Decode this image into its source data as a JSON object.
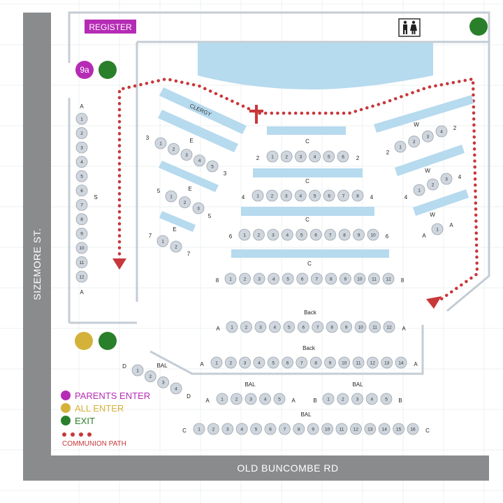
{
  "streets": {
    "left": "SIZEMORE ST.",
    "bottom": "OLD BUNCOMBE RD"
  },
  "register": {
    "label": "REGISTER"
  },
  "door_badge": "9a",
  "restroom_icon": "restroom-icon",
  "altar": {
    "cross_icon": "cross-icon",
    "bench_labels": [
      "CLERGY"
    ]
  },
  "colors": {
    "parents_enter": "#b52bb5",
    "all_enter": "#d4b23a",
    "exit": "#2a7f2a",
    "communion": "#c8373a",
    "pew": "#b6daee",
    "seat": "#cfd6de",
    "street": "#8a8b8d"
  },
  "legend": [
    {
      "label": "PARENTS ENTER",
      "color_key": "parents_enter"
    },
    {
      "label": "ALL ENTER",
      "color_key": "all_enter"
    },
    {
      "label": "EXIT",
      "color_key": "exit"
    },
    {
      "label": "COMMUNION PATH",
      "color_key": "communion"
    }
  ],
  "rows": [
    {
      "id": "left-col-A",
      "end_labels": [
        "A",
        "A"
      ],
      "seats": [
        "1",
        "2",
        "3",
        "4",
        "5",
        "6",
        "7",
        "8",
        "9",
        "10",
        "11",
        "12"
      ],
      "side_label": "S"
    },
    {
      "id": "C-row-2",
      "end_labels": [
        "2",
        "2"
      ],
      "seats": [
        "1",
        "2",
        "3",
        "4",
        "5",
        "6"
      ],
      "section": "C"
    },
    {
      "id": "C-row-4",
      "end_labels": [
        "4",
        "4"
      ],
      "seats": [
        "1",
        "2",
        "3",
        "4",
        "5",
        "6",
        "7",
        "8"
      ],
      "section": "C"
    },
    {
      "id": "C-row-6",
      "end_labels": [
        "6",
        "6"
      ],
      "seats": [
        "1",
        "2",
        "3",
        "4",
        "5",
        "6",
        "7",
        "8",
        "9",
        "10"
      ],
      "section": "C"
    },
    {
      "id": "C-row-8",
      "end_labels": [
        "8",
        "8"
      ],
      "seats": [
        "1",
        "2",
        "3",
        "4",
        "5",
        "6",
        "7",
        "8",
        "9",
        "10",
        "11",
        "12"
      ],
      "section": "C"
    },
    {
      "id": "Back-row-1",
      "end_labels": [
        "A",
        "A"
      ],
      "seats": [
        "1",
        "2",
        "3",
        "4",
        "5",
        "6",
        "7",
        "8",
        "9",
        "10",
        "11",
        "12"
      ],
      "section": "Back"
    },
    {
      "id": "Back-row-2",
      "end_labels": [
        "A",
        "A"
      ],
      "seats": [
        "1",
        "2",
        "3",
        "4",
        "5",
        "6",
        "7",
        "8",
        "9",
        "10",
        "11",
        "12",
        "13",
        "14"
      ],
      "section": "Back"
    },
    {
      "id": "BAL-left",
      "end_labels": [
        "A",
        "A"
      ],
      "seats": [
        "1",
        "2",
        "3",
        "4",
        "5"
      ],
      "section": "BAL"
    },
    {
      "id": "BAL-right",
      "end_labels": [
        "B",
        "B"
      ],
      "seats": [
        "1",
        "2",
        "3",
        "4",
        "5"
      ],
      "section": "BAL"
    },
    {
      "id": "BAL-C",
      "end_labels": [
        "C",
        "C"
      ],
      "seats": [
        "1",
        "2",
        "3",
        "4",
        "5",
        "6",
        "7",
        "8",
        "9",
        "10",
        "11",
        "12",
        "13",
        "14",
        "15",
        "16"
      ],
      "section": "BAL"
    },
    {
      "id": "BAL-diag",
      "end_labels": [
        "D",
        "D"
      ],
      "seats": [
        "1",
        "2",
        "3",
        "4"
      ],
      "section": "BAL"
    },
    {
      "id": "E-row-3",
      "end_labels": [
        "3",
        "3"
      ],
      "seats": [
        "1",
        "2",
        "3",
        "4",
        "5"
      ],
      "section": "E"
    },
    {
      "id": "E-row-5",
      "end_labels": [
        "5",
        "5"
      ],
      "seats": [
        "1",
        "2",
        "3"
      ],
      "section": "E"
    },
    {
      "id": "E-row-7",
      "end_labels": [
        "7",
        "7"
      ],
      "seats": [
        "1",
        "2"
      ],
      "section": "E"
    },
    {
      "id": "W-row-2",
      "end_labels": [
        "2",
        "2"
      ],
      "seats": [
        "1",
        "2",
        "3",
        "4"
      ],
      "section": "W"
    },
    {
      "id": "W-row-4",
      "end_labels": [
        "4",
        "4"
      ],
      "seats": [
        "1",
        "2",
        "3"
      ],
      "section": "W"
    },
    {
      "id": "W-row-A",
      "end_labels": [
        "A",
        "A"
      ],
      "seats": [
        "1"
      ],
      "section": "W"
    }
  ]
}
